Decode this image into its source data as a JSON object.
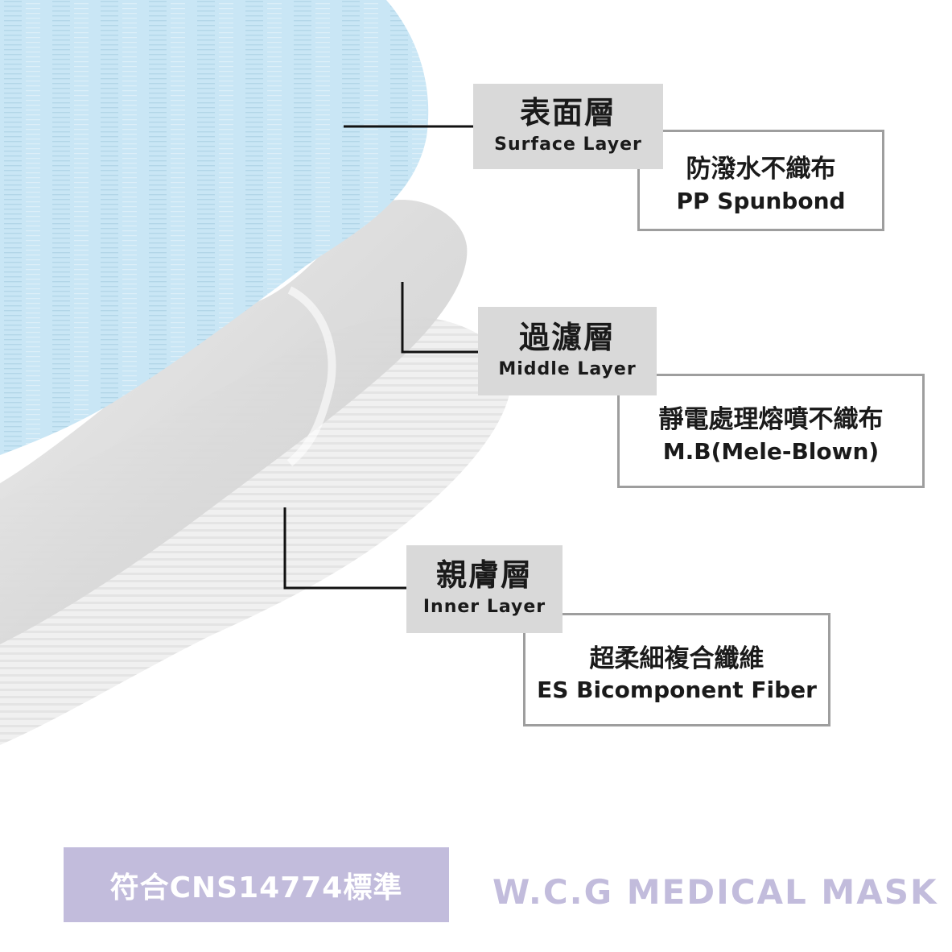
{
  "layers": [
    {
      "title_zh": "表面層",
      "title_en": "Surface Layer",
      "material_zh": "防潑水不織布",
      "material_en": "PP Spunbond"
    },
    {
      "title_zh": "過濾層",
      "title_en": "Middle Layer",
      "material_zh": "靜電處理熔噴不織布",
      "material_en": "M.B(Mele-Blown)"
    },
    {
      "title_zh": "親膚層",
      "title_en": "Inner Layer",
      "material_zh": "超柔細複合纖維",
      "material_en": "ES Bicomponent Fiber"
    }
  ],
  "footer": {
    "standard": "符合CNS14774標準",
    "brand": "W.C.G MEDICAL MASK"
  },
  "colors": {
    "surface": "#c8e6f4",
    "middle": "#e4e4e4",
    "inner": "#efefef",
    "label_bg": "#d9d9d9",
    "border": "#9e9e9e",
    "accent": "#c2bcdc"
  }
}
